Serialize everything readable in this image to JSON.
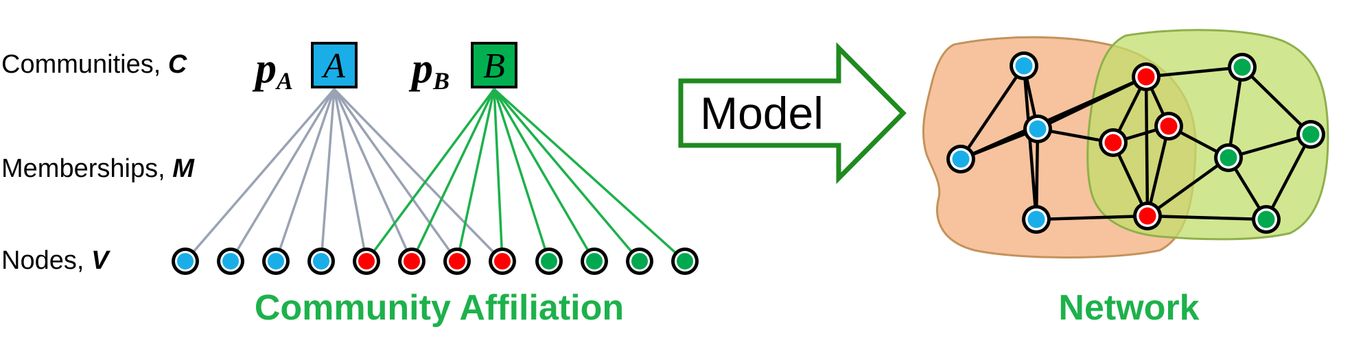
{
  "labels": {
    "communities": "Communities,",
    "communities_var": "C",
    "memberships": "Memberships,",
    "memberships_var": "M",
    "nodes": "Nodes,",
    "nodes_var": "V"
  },
  "communities": [
    {
      "prob": "p",
      "prob_sub": "A",
      "letter": "A",
      "color": "#1aaee8"
    },
    {
      "prob": "p",
      "prob_sub": "B",
      "letter": "B",
      "color": "#00b050"
    }
  ],
  "affiliation": {
    "title": "Community Affiliation",
    "node_colors": [
      "blue",
      "blue",
      "blue",
      "blue",
      "red",
      "red",
      "red",
      "red",
      "green",
      "green",
      "green",
      "green"
    ],
    "a_members": [
      0,
      1,
      2,
      3,
      4,
      5,
      6,
      7
    ],
    "b_members": [
      4,
      5,
      6,
      7,
      8,
      9,
      10,
      11
    ]
  },
  "arrow": {
    "label": "Model"
  },
  "network": {
    "title": "Network",
    "nodes": [
      {
        "id": 0,
        "color": "blue"
      },
      {
        "id": 1,
        "color": "blue"
      },
      {
        "id": 2,
        "color": "blue"
      },
      {
        "id": 3,
        "color": "blue"
      },
      {
        "id": 4,
        "color": "red"
      },
      {
        "id": 5,
        "color": "red"
      },
      {
        "id": 6,
        "color": "red"
      },
      {
        "id": 7,
        "color": "red"
      },
      {
        "id": 8,
        "color": "green"
      },
      {
        "id": 9,
        "color": "green"
      },
      {
        "id": 10,
        "color": "green"
      },
      {
        "id": 11,
        "color": "green"
      }
    ],
    "edges": [
      [
        0,
        1
      ],
      [
        0,
        2
      ],
      [
        0,
        4
      ],
      [
        1,
        2
      ],
      [
        1,
        3
      ],
      [
        1,
        4
      ],
      [
        1,
        5
      ],
      [
        2,
        3
      ],
      [
        3,
        7
      ],
      [
        4,
        5
      ],
      [
        4,
        6
      ],
      [
        4,
        7
      ],
      [
        4,
        8
      ],
      [
        5,
        6
      ],
      [
        5,
        7
      ],
      [
        6,
        7
      ],
      [
        6,
        9
      ],
      [
        7,
        9
      ],
      [
        7,
        11
      ],
      [
        8,
        9
      ],
      [
        8,
        10
      ],
      [
        9,
        10
      ],
      [
        9,
        11
      ],
      [
        10,
        11
      ]
    ]
  },
  "colors": {
    "blue": "#1aaee8",
    "red": "#ff0000",
    "green": "#00a84f",
    "title_green": "#1db14b",
    "gray_line": "#9aa3b3",
    "green_line": "#1db14b",
    "arrow_green": "#1f8a1f",
    "orange_blob": "#f5b98d",
    "green_blob": "#c2dd6b"
  }
}
